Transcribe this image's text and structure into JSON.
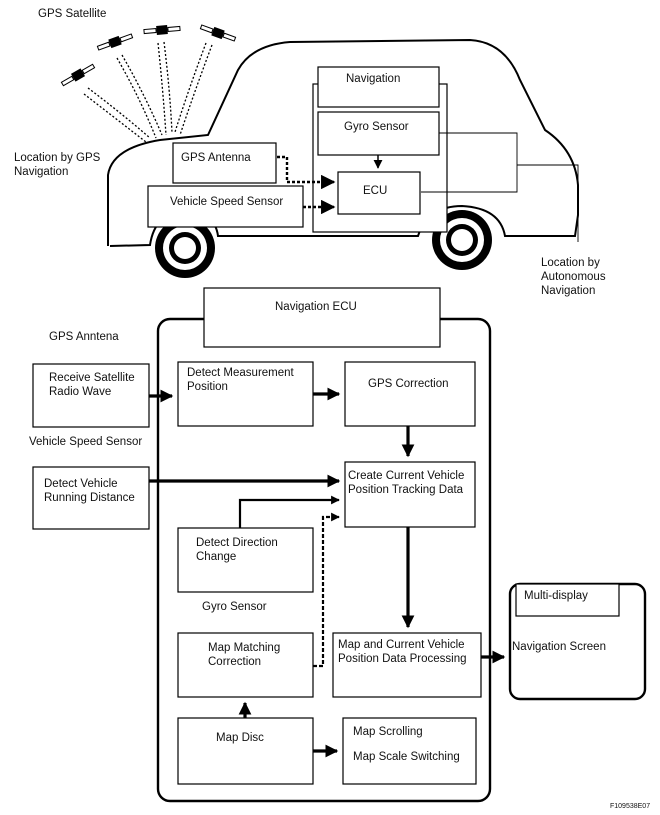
{
  "top": {
    "gps_satellite": "GPS Satellite",
    "location_by_gps": "Location by GPS\nNavigation",
    "location_by_autonomous": "Location by\nAutonomous\nNavigation",
    "navigation": "Navigation",
    "gyro_sensor": "Gyro Sensor",
    "gps_antenna": "GPS Antenna",
    "ecu": "ECU",
    "vehicle_speed_sensor": "Vehicle Speed Sensor"
  },
  "bottom": {
    "navigation_ecu": "Navigation ECU",
    "gps_anntena_heading": "GPS Anntena",
    "receive_satellite": "Receive Satellite\nRadio Wave",
    "vehicle_speed_sensor_heading": "Vehicle Speed Sensor",
    "detect_vehicle_running": "Detect Vehicle\nRunning Distance",
    "detect_measurement": "Detect Measurement\nPosition",
    "gps_correction": "GPS Correction",
    "create_current": "Create Current Vehicle\nPosition Tracking Data",
    "detect_direction": "Detect Direction\nChange",
    "gyro_sensor_heading": "Gyro Sensor",
    "map_matching": "Map Matching\nCorrection",
    "map_current_processing": "Map and Current Vehicle\nPosition Data Processing",
    "map_disc": "Map Disc",
    "map_scrolling": "Map Scrolling",
    "map_scale_switching": "Map Scale Switching",
    "multi_display": "Multi-display",
    "navigation_screen": "Navigation Screen"
  },
  "figure_code": "F109538E07"
}
